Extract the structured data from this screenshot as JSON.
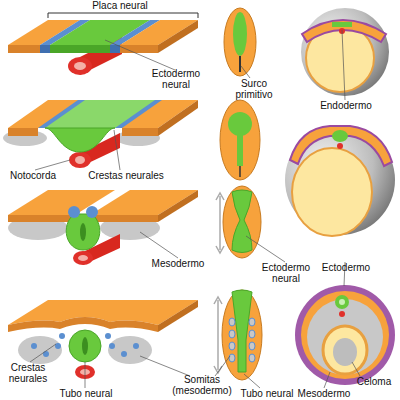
{
  "diagram": {
    "labels": [
      "Placa neural",
      "Ectodermo neural",
      "Surco primitivo",
      "Endodermo",
      "Notocorda",
      "Crestas neurales",
      "Mesodermo",
      "Ectodermo neural",
      "Ectodermo",
      "Crestas neurales",
      "Tubo neural",
      "Somitas (mesodermo)",
      "Tubo neural",
      "Mesodermo",
      "Celoma"
    ]
  }
}
